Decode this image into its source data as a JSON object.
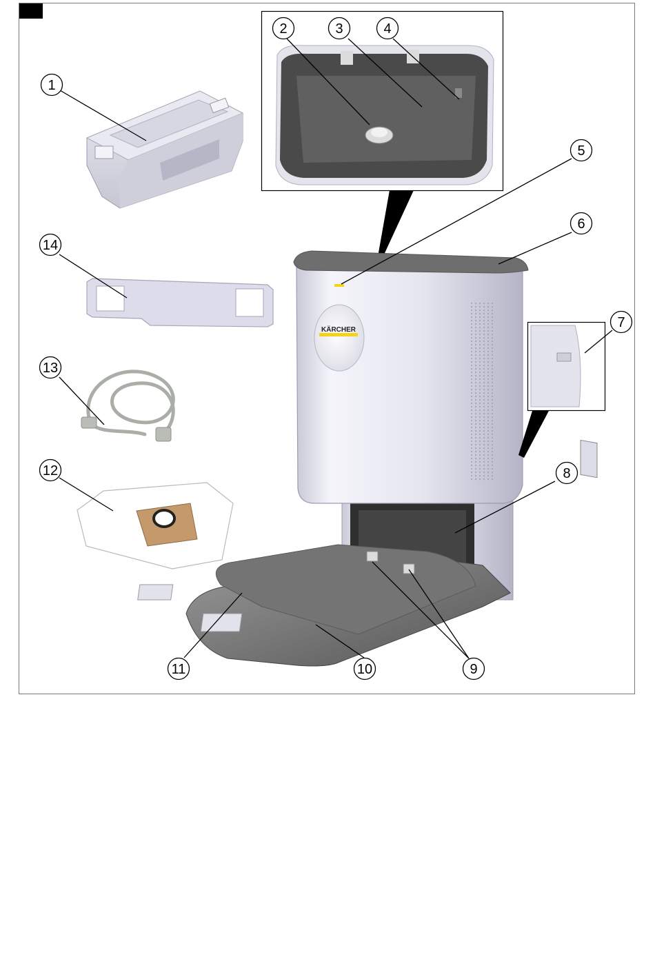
{
  "figure": {
    "marker": "",
    "brand_logo_text": "KÄRCHER",
    "colors": {
      "frame": "#7a7a7a",
      "marker": "#000000",
      "body_light": "#eeeef6",
      "body_mid": "#d8d8e6",
      "body_shade": "#b9b9cb",
      "dark": "#3d3d3d",
      "top": "#6e6e6e",
      "logo_yellow": "#f6d31b",
      "bag_card": "#c49a6c"
    }
  },
  "callouts": [
    {
      "id": 1,
      "label": "1",
      "part_icon": "water-tank-icon"
    },
    {
      "id": 2,
      "label": "2",
      "part_icon": "filter-icon"
    },
    {
      "id": 3,
      "label": "3",
      "part_icon": "bag-holder-icon"
    },
    {
      "id": 4,
      "label": "4",
      "part_icon": "sensor-icon"
    },
    {
      "id": 5,
      "label": "5",
      "part_icon": "status-led-icon"
    },
    {
      "id": 6,
      "label": "6",
      "part_icon": "lid-icon"
    },
    {
      "id": 7,
      "label": "7",
      "part_icon": "side-cover-icon"
    },
    {
      "id": 8,
      "label": "8",
      "part_icon": "docking-bay-icon"
    },
    {
      "id": 9,
      "label": "9",
      "part_icon": "charging-contacts-icon"
    },
    {
      "id": 10,
      "label": "10",
      "part_icon": "suction-opening-icon"
    },
    {
      "id": 11,
      "label": "11",
      "part_icon": "water-opening-icon"
    },
    {
      "id": 12,
      "label": "12",
      "part_icon": "dust-bag-icon"
    },
    {
      "id": 13,
      "label": "13",
      "part_icon": "power-cable-icon"
    },
    {
      "id": 14,
      "label": "14",
      "part_icon": "ramp-plate-icon"
    }
  ]
}
